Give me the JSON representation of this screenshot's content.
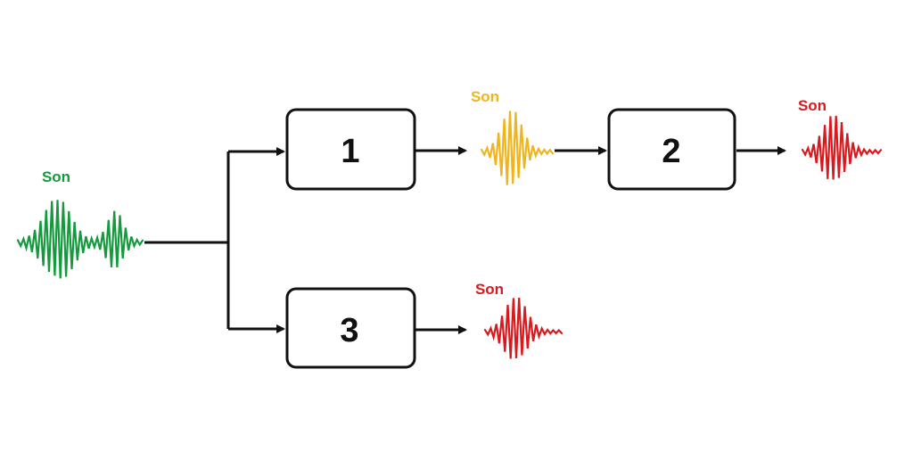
{
  "colors": {
    "input": "#149a3c",
    "intermediate": "#f0b51e",
    "output": "#d8191e",
    "stroke": "#111111"
  },
  "signals": {
    "input": {
      "label": "Son",
      "color": "#149a3c"
    },
    "after_1": {
      "label": "Son",
      "color": "#f0b51e"
    },
    "after_2": {
      "label": "Son",
      "color": "#d8191e"
    },
    "after_3": {
      "label": "Son",
      "color": "#d8191e"
    }
  },
  "blocks": {
    "block_1": {
      "label": "1"
    },
    "block_2": {
      "label": "2"
    },
    "block_3": {
      "label": "3"
    }
  }
}
